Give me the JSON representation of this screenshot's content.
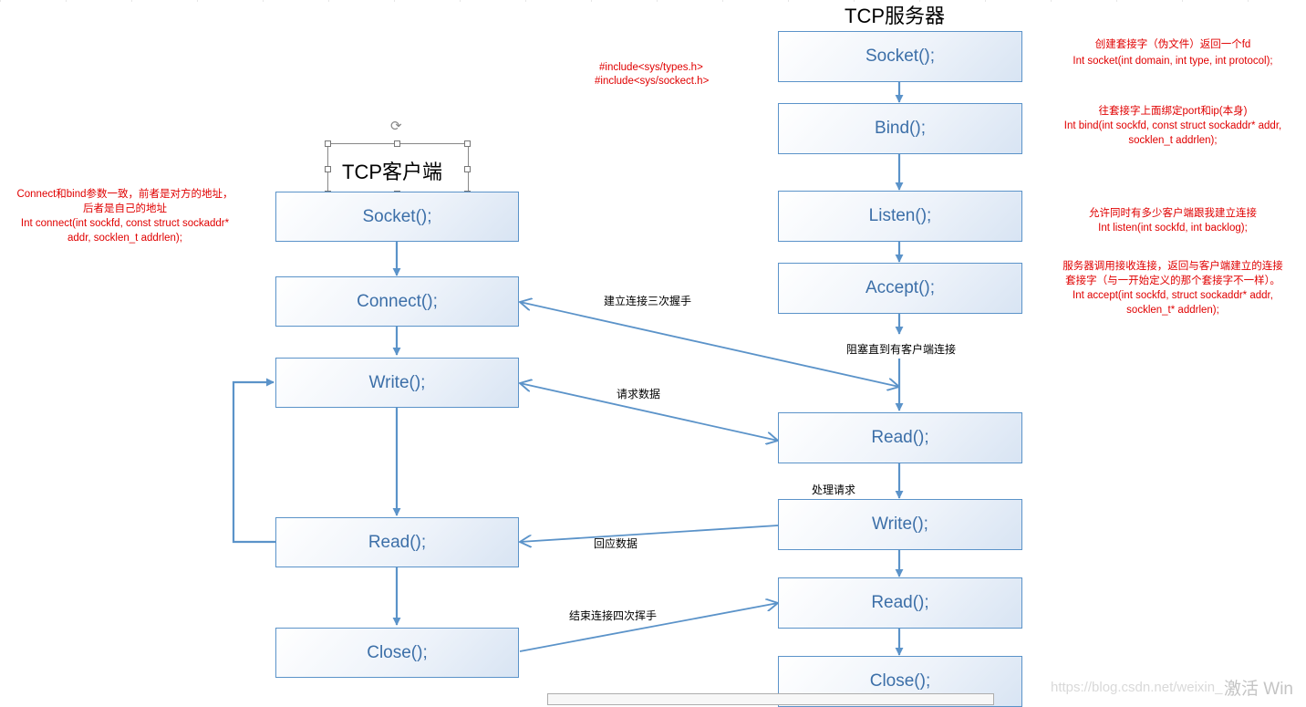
{
  "server": {
    "title": "TCP服务器",
    "boxes": [
      "Socket();",
      "Bind();",
      "Listen();",
      "Accept();",
      "Read();",
      "Write();",
      "Read();",
      "Close();"
    ]
  },
  "client": {
    "title": "TCP客户端",
    "boxes": [
      "Socket();",
      "Connect();",
      "Write();",
      "Read();",
      "Close();"
    ]
  },
  "includes": [
    "#include<sys/types.h>",
    "#include<sys/sockect.h>"
  ],
  "notes": {
    "socket": [
      "创建套接字（伪文件）返回一个fd",
      "Int socket(int domain, int type, int protocol);"
    ],
    "bind": [
      "往套接字上面绑定port和ip(本身)",
      "Int bind(int sockfd, const struct sockaddr* addr,",
      "socklen_t addrlen);"
    ],
    "listen": [
      "允许同时有多少客户端跟我建立连接",
      "Int listen(int sockfd, int backlog);"
    ],
    "accept": [
      "服务器调用接收连接，返回与客户端建立的连接",
      "套接字（与一开始定义的那个套接字不一样）。",
      "Int accept(int sockfd, struct sockaddr* addr,",
      "socklen_t* addrlen);"
    ],
    "connect": [
      "Connect和bind参数一致，前者是对方的地址，",
      "后者是自己的地址",
      "Int connect(int sockfd, const struct sockaddr*",
      "addr, socklen_t addrlen);"
    ]
  },
  "labels": {
    "handshake": "建立连接三次握手",
    "block": "阻塞直到有客户端连接",
    "request": "请求数据",
    "process": "处理请求",
    "response": "回应数据",
    "close": "结束连接四次挥手"
  },
  "watermark": "https://blog.csdn.net/weixin_",
  "activation": "激活 Win"
}
